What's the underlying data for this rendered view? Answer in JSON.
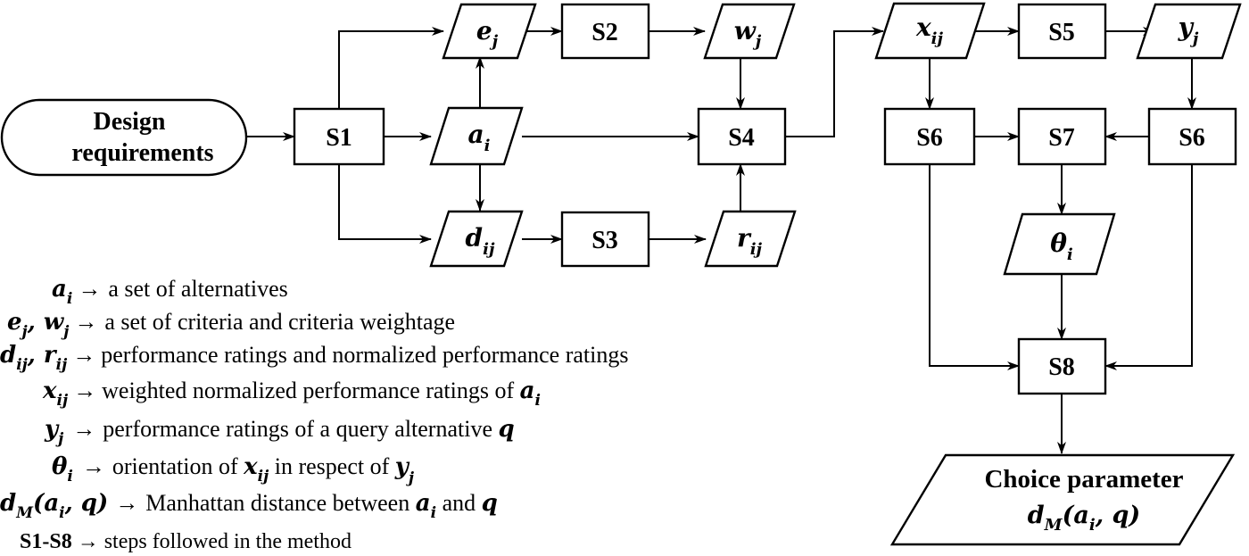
{
  "nodes": {
    "design_requirements": {
      "line1": "Design",
      "line2": "requirements"
    },
    "s1": "S1",
    "s2": "S2",
    "s3": "S3",
    "s4": "S4",
    "s5": "S5",
    "s6_left": "S6",
    "s6_right": "S6",
    "s7": "S7",
    "s8": "S8",
    "e_j": {
      "var": "e",
      "sub": "j"
    },
    "a_i": {
      "var": "a",
      "sub": "i"
    },
    "d_ij": {
      "var": "d",
      "sub": "ij"
    },
    "w_j": {
      "var": "w",
      "sub": "j"
    },
    "r_ij": {
      "var": "r",
      "sub": "ij"
    },
    "x_ij": {
      "var": "x",
      "sub": "ij"
    },
    "y_j": {
      "var": "y",
      "sub": "j"
    },
    "theta_i": {
      "var": "θ",
      "sub": "i"
    },
    "choice": {
      "line1": "Choice parameter",
      "var": "d",
      "sub": "M",
      "args": "(a",
      "args_sub": "i",
      "args_tail": ", q)"
    }
  },
  "legend": [
    {
      "term": "a",
      "term_sub": "i",
      "arrow": "→",
      "text": "a set of alternatives"
    },
    {
      "term": "e",
      "term_sub": "j",
      "sep": ", ",
      "term2": "w",
      "term2_sub": "j",
      "arrow": "→",
      "text": "a set of criteria and criteria weightage"
    },
    {
      "term": "d",
      "term_sub": "ij",
      "sep": ", ",
      "term2": "r",
      "term2_sub": "ij",
      "arrow": "→",
      "text": "performance ratings and normalized performance ratings"
    },
    {
      "term": "x",
      "term_sub": "ij",
      "arrow": "→",
      "text": "weighted normalized performance ratings of ",
      "tail": "a",
      "tail_sub": "i"
    },
    {
      "term": "y",
      "term_sub": "j",
      "arrow": "→",
      "text": "performance ratings of a query alternative ",
      "tail": "q"
    },
    {
      "term": "θ",
      "term_sub": "i",
      "arrow": "→",
      "text": "orientation of ",
      "mid": "x",
      "mid_sub": "ij",
      "text2": " in respect of ",
      "tail": "y",
      "tail_sub": "j"
    },
    {
      "term": "d",
      "term_sub": "M",
      "paren": "(a",
      "paren_sub": "i",
      "paren_tail": ", q)",
      "arrow": "→",
      "text": "Manhattan distance between ",
      "mid": "a",
      "mid_sub": "i",
      "text2": " and ",
      "tail": "q"
    },
    {
      "term_plain": "S1-S8",
      "arrow": "→",
      "text": "steps followed in the method"
    }
  ]
}
